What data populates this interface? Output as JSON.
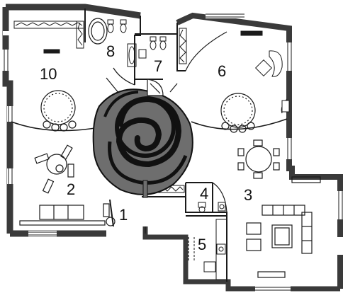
{
  "floor_plan": {
    "room_labels": [
      {
        "id": "room-1",
        "label": "1"
      },
      {
        "id": "room-2",
        "label": "2"
      },
      {
        "id": "room-3",
        "label": "3"
      },
      {
        "id": "room-4",
        "label": "4"
      },
      {
        "id": "room-5",
        "label": "5"
      },
      {
        "id": "room-6",
        "label": "6"
      },
      {
        "id": "room-7",
        "label": "7"
      },
      {
        "id": "room-8",
        "label": "8"
      },
      {
        "id": "room-10",
        "label": "10"
      }
    ],
    "colors": {
      "wall": "#3a3a3a",
      "line": "#1a1a1a",
      "spiral_fill": "#6e6e6e",
      "spiral_dark": "#111111",
      "background": "#ffffff"
    },
    "icons": [
      "spiral-staircase-icon",
      "round-table-icon",
      "bathtub-icon",
      "toilet-icon",
      "sofa-icon",
      "chair-icon"
    ]
  }
}
